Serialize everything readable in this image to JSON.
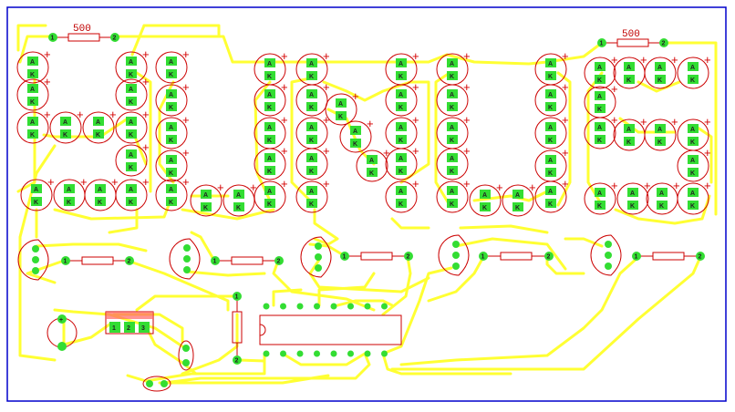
{
  "colors": {
    "trace": "#ffff33",
    "outline": "#cc0000",
    "pad": "#33dd33",
    "background": "#ffffff",
    "frame": "#0000cc"
  },
  "resistor_labels": [
    "500",
    "500"
  ],
  "pin_labels": {
    "one": "1",
    "two": "2",
    "three": "3"
  },
  "led_labels": {
    "anode": "A",
    "cathode": "K",
    "polarity": "+"
  },
  "connector_pins": [
    "1",
    "2",
    "3"
  ]
}
